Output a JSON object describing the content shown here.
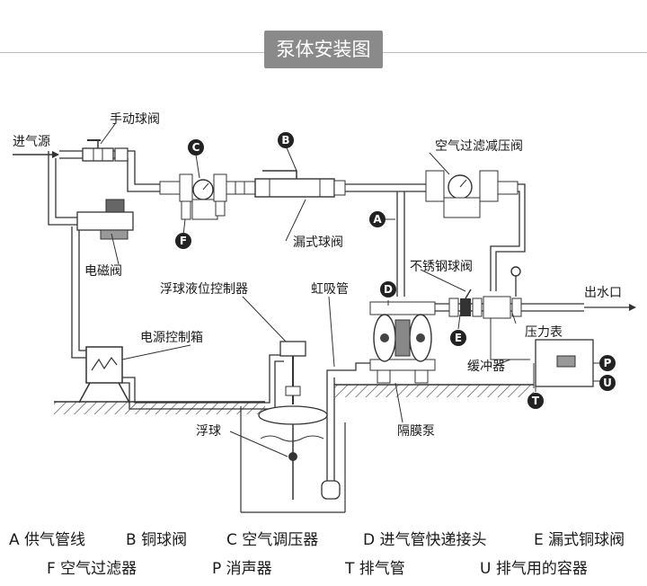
{
  "title": "泵体安装图",
  "labels": {
    "air_source": "进气源",
    "manual_ball_valve": "手动球阀",
    "air_filter_reducer": "空气过滤减压阀",
    "leak_ball_valve": "漏式球阀",
    "solenoid_valve": "电磁阀",
    "float_controller": "浮球液位控制器",
    "siphon": "虹吸管",
    "stainless_ball_valve": "不锈钢球阀",
    "outlet": "出水口",
    "pressure_gauge": "压力表",
    "power_box": "电源控制箱",
    "buffer": "缓冲器",
    "float_ball": "浮球",
    "diaphragm_pump": "隔膜泵"
  },
  "markers": [
    "A",
    "B",
    "C",
    "D",
    "E",
    "F",
    "P",
    "T",
    "U"
  ],
  "legend": {
    "row1": [
      "A 供气管线",
      "B 铜球阀",
      "C 空气调压器",
      "D 进气管快递接头",
      "E 漏式铜球阀"
    ],
    "row2": [
      "F 空气过滤器",
      "P 消声器",
      "T 排气管",
      "U 排气用的容器"
    ]
  }
}
